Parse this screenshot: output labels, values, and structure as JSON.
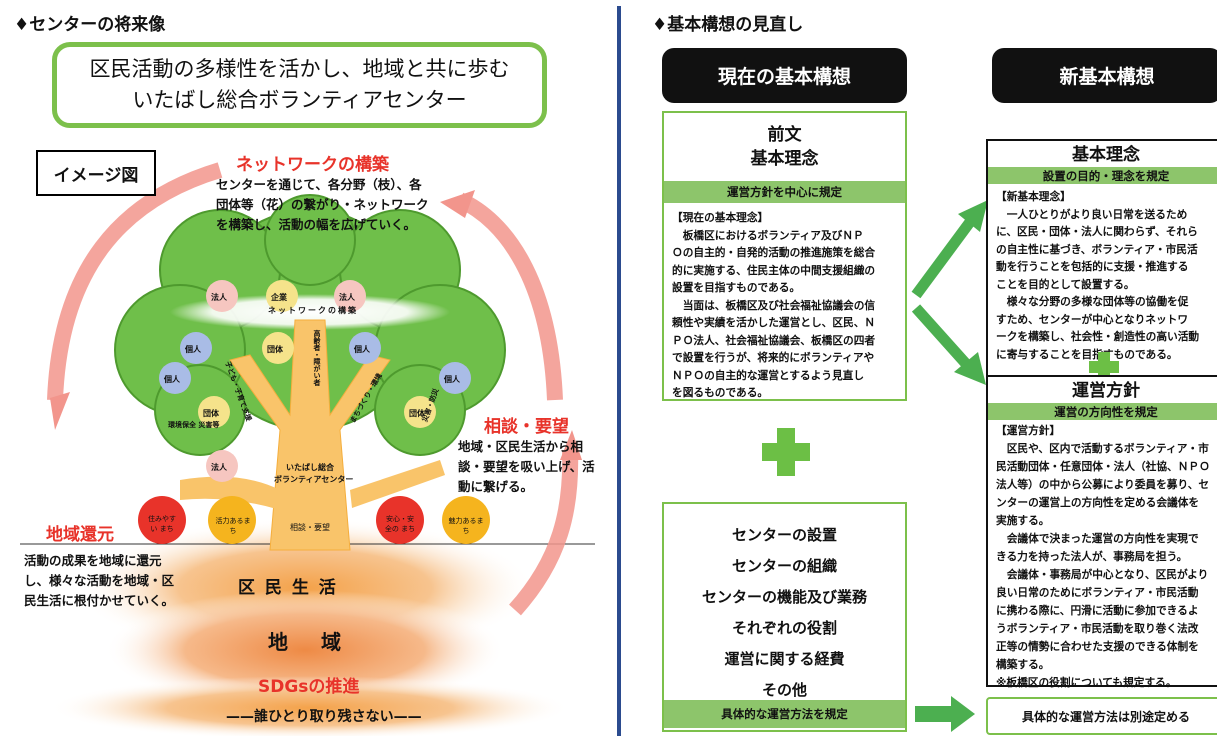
{
  "left": {
    "section_title": "♦センターの将来像",
    "vision": {
      "line1": "区民活動の多様性を活かし、地域と共に歩む",
      "line2": "いたばし総合ボランティアセンター"
    },
    "image_label": "イメージ図",
    "network": {
      "title": "ネットワークの構築",
      "lines": [
        "センターを通じて、各分野（枝）、各",
        "団体等（花）の繋がり・ネットワーク",
        "を構築し、活動の幅を広げていく。"
      ]
    },
    "consult": {
      "title": "相談・要望",
      "lines": [
        "地域・区民生活から相",
        "談・要望を吸い上げ、活",
        "動に繋げる。"
      ]
    },
    "return": {
      "title": "地域還元",
      "lines": [
        "活動の成果を地域に還元",
        "し、様々な活動を地域・区",
        "民生活に根付かせていく。"
      ]
    },
    "tree": {
      "canopy_label": "ネットワークの構築",
      "trunk_label_1": "いたばし総合",
      "trunk_label_2": "ボランティアセンター",
      "consult_small": "相談・要望",
      "flowers": [
        "法人",
        "企業",
        "法人",
        "個人",
        "個人",
        "団体",
        "個人",
        "個人",
        "団体",
        "団体",
        "法人"
      ],
      "branches": [
        "子ども・子育て支援",
        "高齢者・障がい者",
        "まちづくり・環境",
        "災害・防災",
        "環境保全 災害等"
      ],
      "apples": [
        "住みやすい まち",
        "活力あるまち",
        "安心・安全の まち",
        "魅力あるまち"
      ],
      "ground1": "区 民 生 活",
      "ground2": "地 域",
      "sdgs": "SDGsの推進",
      "no_one": "——誰ひとり取り残さない——"
    }
  },
  "right": {
    "section_title": "♦基本構想の見直し",
    "current_header": "現在の基本構想",
    "new_header": "新基本構想",
    "current_top": {
      "heading1": "前文",
      "heading2": "基本理念",
      "bar": "運営方針を中心に規定",
      "label": "【現在の基本理念】",
      "lines": [
        "　板橋区におけるボランティア及びＮＰ",
        "Ｏの自主的・自発的活動の推進施策を総合",
        "的に実施する、住民主体の中間支援組織の",
        "設置を目指すものである。",
        "　当面は、板橋区及び社会福祉協議会の信",
        "頼性や実績を活かした運営とし、区民、Ｎ",
        "ＰＯ法人、社会福祉協議会、板橋区の四者",
        "で設置を行うが、将来的にボランティアや",
        "ＮＰＯの自主的な運営とするよう見直し",
        "を図るものである。"
      ]
    },
    "current_bottom": {
      "items": [
        "センターの設置",
        "センターの組織",
        "センターの機能及び業務",
        "それぞれの役割",
        "運営に関する経費",
        "その他"
      ],
      "bar": "具体的な運営方法を規定"
    },
    "new_top": {
      "heading": "基本理念",
      "bar": "設置の目的・理念を規定",
      "label": "【新基本理念】",
      "lines": [
        "　一人ひとりがより良い日常を送るため",
        "に、区民・団体・法人に関わらず、それら",
        "の自主性に基づき、ボランティア・市民活",
        "動を行うことを包括的に支援・推進する",
        "ことを目的として設置する。",
        "　様々な分野の多様な団体等の協働を促",
        "すため、センターが中心となりネットワ",
        "ークを構築し、社会性・創造性の高い活動",
        "に寄与することを目指すものである。"
      ]
    },
    "new_mid": {
      "heading": "運営方針",
      "bar": "運営の方向性を規定",
      "label": "【運営方針】",
      "lines": [
        "　区民や、区内で活動するボランティア・市",
        "民活動団体・任意団体・法人（社協、ＮＰＯ",
        "法人等）の中から公募により委員を募り、セ",
        "ンターの運営上の方向性を定める会議体を",
        "実施する。",
        "　会議体で決まった運営の方向性を実現で",
        "きる力を持った法人が、事務局を担う。",
        "　会議体・事務局が中心となり、区民がより",
        "良い日常のためにボランティア・市民活動",
        "に携わる際に、円滑に活動に参加できるよ",
        "うボランティア・市民活動を取り巻く法改",
        "正等の情勢に合わせた支援のできる体制を",
        "構築する。",
        "※板橋区の役割についても規定する。"
      ]
    },
    "new_bottom": {
      "text": "具体的な運営方法は別途定める"
    }
  }
}
